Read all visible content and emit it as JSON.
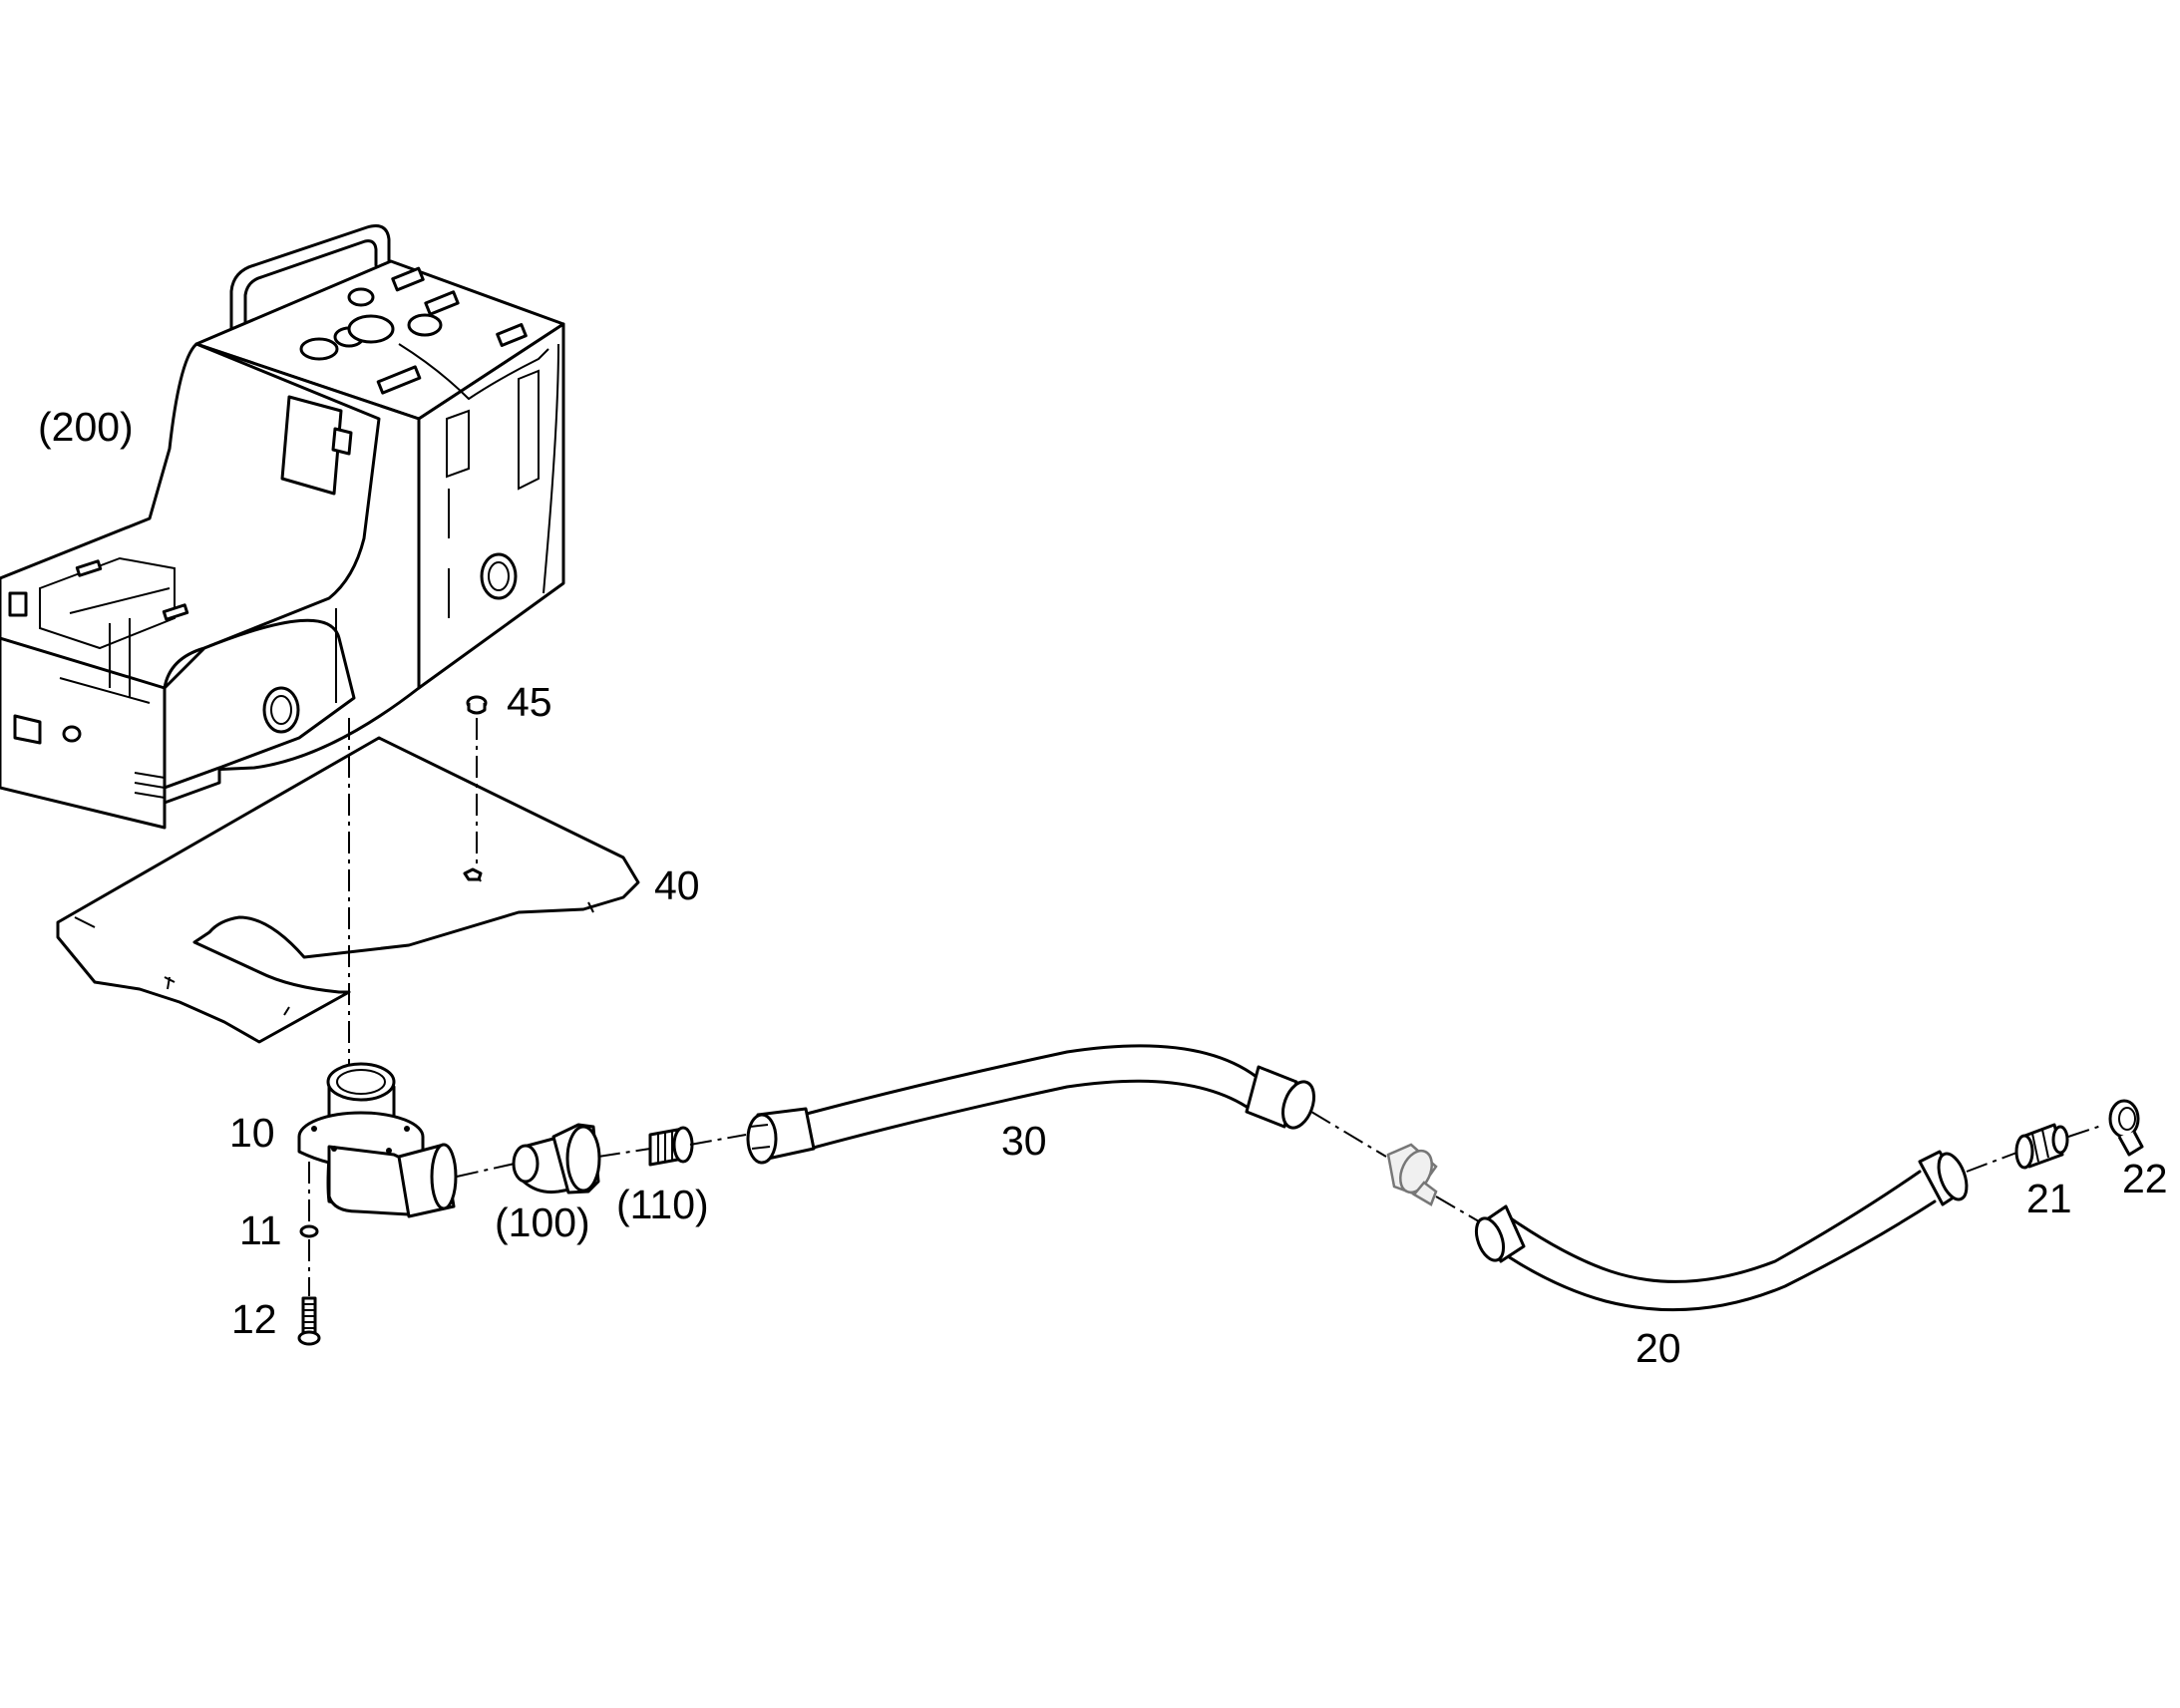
{
  "callouts": {
    "c200": "(200)",
    "c45": "45",
    "c40": "40",
    "c10": "10",
    "c11": "11",
    "c12": "12",
    "c100": "(100)",
    "c110": "(110)",
    "c30": "30",
    "c20": "20",
    "c21": "21",
    "c22": "22"
  }
}
